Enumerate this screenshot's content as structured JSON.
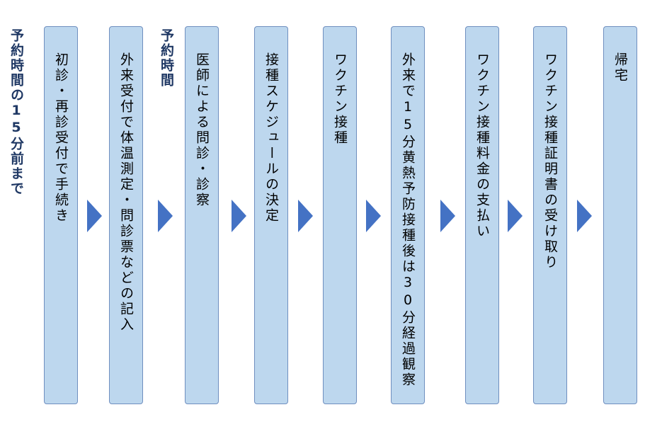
{
  "notes": {
    "left": "予約時間の15分前まで",
    "middle": "予約時間"
  },
  "steps": [
    "初診・再診受付で手続き",
    "外来受付で体温測定・問診票などの記入",
    "医師による問診・診察",
    "接種スケジュールの決定",
    "ワクチン接種",
    "外来で15分黄熱予防接種後は30分経過観察",
    "ワクチン接種料金の支払い",
    "ワクチン接種証明書の受け取り",
    "帰宅"
  ],
  "colors": {
    "box_fill": "#bdd7ee",
    "box_border": "#6f8fbf",
    "arrow": "#4472c4",
    "note_text": "#1f3864"
  }
}
